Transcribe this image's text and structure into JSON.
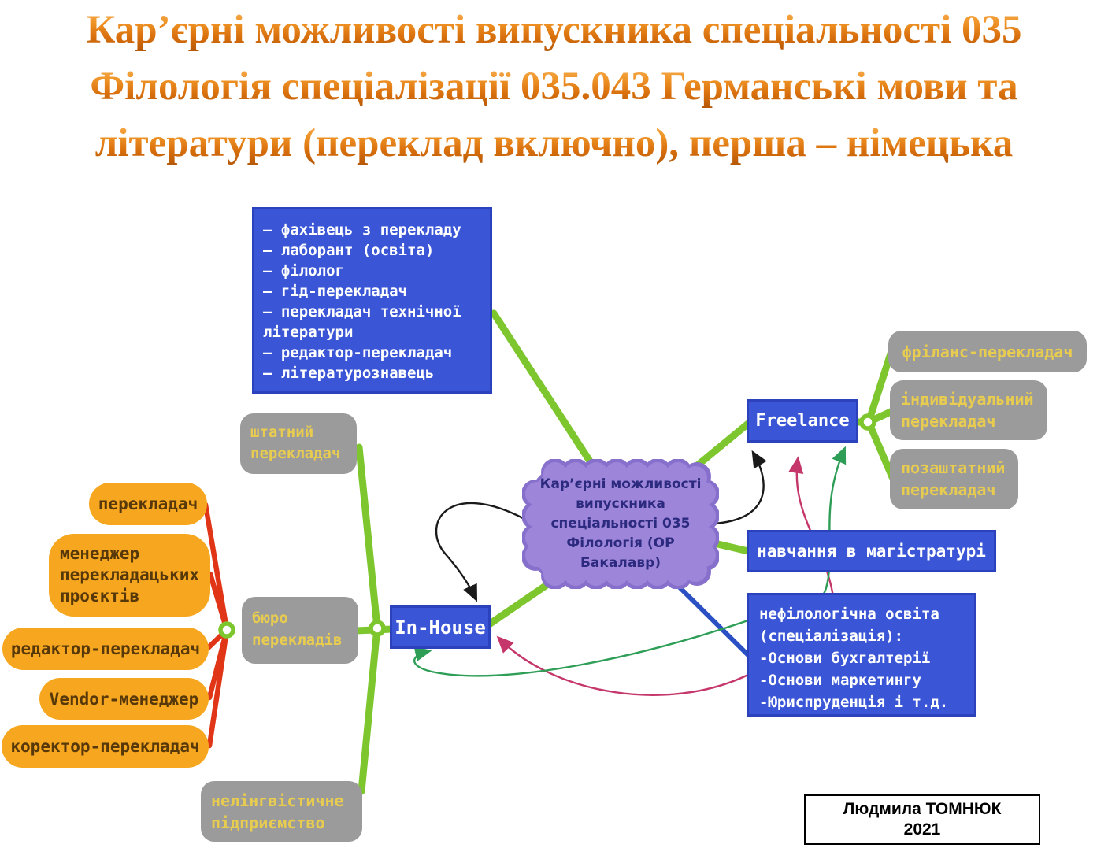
{
  "title": {
    "lines": [
      "Кар’єрні можливості випускника спеціальності 035",
      "Філологія спеціалізації 035.043 Германські мови та",
      "літератури (переклад включно), перша – німецька"
    ]
  },
  "cloud": {
    "lines": [
      "Кар’єрні можливості",
      "випускника",
      "спеціальності 035",
      "Філологія (ОР",
      "Бакалавр)"
    ]
  },
  "professions_list": {
    "lines": [
      "– фахівець з перекладу",
      "– лаборант (освіта)",
      "– філолог",
      "– гід-перекладач",
      "– перекладач технічної",
      "літератури",
      "– редактор-перекладач",
      "– літературознавець"
    ]
  },
  "staff_translator": {
    "lines": [
      "штатний",
      "перекладач"
    ]
  },
  "bureau": {
    "lines": [
      "бюро",
      "перекладів"
    ]
  },
  "inhouse": {
    "label": "In-House"
  },
  "freelance": {
    "label": "Freelance"
  },
  "nonlinguistic": {
    "lines": [
      "нелінгвістичне",
      "підприємство"
    ]
  },
  "role_translator": {
    "lines": [
      "перекладач"
    ]
  },
  "role_manager": {
    "lines": [
      "менеджер",
      "перекладацьких",
      "проєктів"
    ]
  },
  "role_editor": {
    "lines": [
      "редактор-перекладач"
    ]
  },
  "role_vendor": {
    "lines": [
      "Vendor-менеджер"
    ]
  },
  "role_proofreader": {
    "lines": [
      "коректор-перекладач"
    ]
  },
  "freelance_translator": {
    "lines": [
      "фріланс-перекладач"
    ]
  },
  "individual_translator": {
    "lines": [
      "індивідуальний",
      "перекладач"
    ]
  },
  "external_translator": {
    "lines": [
      "позаштатний",
      "перекладач"
    ]
  },
  "masters": {
    "label": "навчання в магістратурі"
  },
  "nonphilological": {
    "lines": [
      "нефілологічна освіта",
      "(спеціалізація):",
      "-Основи бухгалтерії",
      "-Основи маркетингу",
      "-Юриспруденція і т.д."
    ]
  },
  "author": {
    "name": "Людмила ТОМНЮК",
    "year": "2021"
  },
  "colors": {
    "node_blue": "#3a56d6",
    "node_gray": "#9b9b9b",
    "node_orange": "#f6a71f",
    "cloud_purple": "#9d85da",
    "cloud_text": "#2c2a7e",
    "gray_box_text": "#e8cc50",
    "title_orange": "#e8870f",
    "link_green_thick": "#7dc62e",
    "link_red": "#e13517",
    "link_blue": "#2a50c4",
    "arrow_black": "#1a1a1a",
    "arrow_pink": "#c5376a",
    "arrow_green": "#2e9e57"
  },
  "connections": [
    {
      "from": "professions-list",
      "to": "cloud",
      "style": "green-thick"
    },
    {
      "from": "in-house",
      "to": "cloud",
      "style": "green-thick"
    },
    {
      "from": "cloud",
      "to": "freelance",
      "style": "green-thick"
    },
    {
      "from": "cloud",
      "to": "masters",
      "style": "green-thick"
    },
    {
      "from": "cloud",
      "to": "nonphilological",
      "style": "blue-thick"
    },
    {
      "from": "staff-translator",
      "to": "inhouse-hub",
      "style": "green-thick"
    },
    {
      "from": "bureau",
      "to": "in-house",
      "style": "green-thick"
    },
    {
      "from": "inhouse-hub",
      "to": "nonlinguistic",
      "style": "green-thick"
    },
    {
      "from": "freelance",
      "to": "freelance-translator",
      "style": "green-thick"
    },
    {
      "from": "freelance",
      "to": "individual-translator",
      "style": "green-thick"
    },
    {
      "from": "freelance",
      "to": "external-translator",
      "style": "green-thick"
    },
    {
      "from": "bureau-hub",
      "to": "role-translator",
      "style": "red"
    },
    {
      "from": "bureau-hub",
      "to": "role-manager",
      "style": "red"
    },
    {
      "from": "bureau-hub",
      "to": "role-editor",
      "style": "red"
    },
    {
      "from": "bureau-hub",
      "to": "role-vendor",
      "style": "red"
    },
    {
      "from": "bureau-hub",
      "to": "role-proofreader",
      "style": "red"
    },
    {
      "from": "cloud",
      "to": "in-house",
      "style": "black-arrow"
    },
    {
      "from": "cloud",
      "to": "freelance",
      "style": "black-arrow"
    },
    {
      "from": "nonphilological",
      "to": "freelance",
      "style": "pink-arrow"
    },
    {
      "from": "nonphilological",
      "to": "in-house",
      "style": "pink-arrow"
    },
    {
      "from": "nonphilological",
      "to": "freelance",
      "style": "green-arrow"
    },
    {
      "from": "nonphilological",
      "to": "in-house",
      "style": "green-arrow"
    }
  ]
}
